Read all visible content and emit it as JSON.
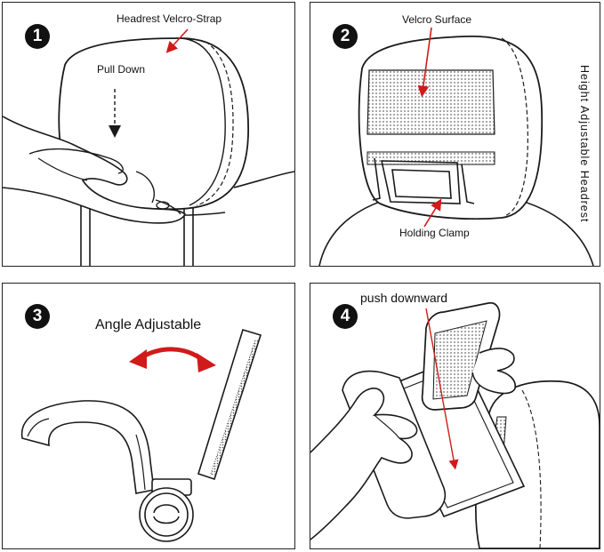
{
  "panels": [
    {
      "number": "1",
      "labels": {
        "strap": "Headrest Velcro-Strap",
        "pull": "Pull Down"
      }
    },
    {
      "number": "2",
      "labels": {
        "surface": "Velcro Surface",
        "clamp": "Holding Clamp",
        "side": "Height  Adjustable  Headrest"
      }
    },
    {
      "number": "3",
      "labels": {
        "angle": "Angle Adjustable"
      }
    },
    {
      "number": "4",
      "labels": {
        "push": "push downward"
      }
    }
  ],
  "colors": {
    "arrow": "#d11a1a",
    "line": "#1a1a1a",
    "dots": "#9a9a9a"
  }
}
